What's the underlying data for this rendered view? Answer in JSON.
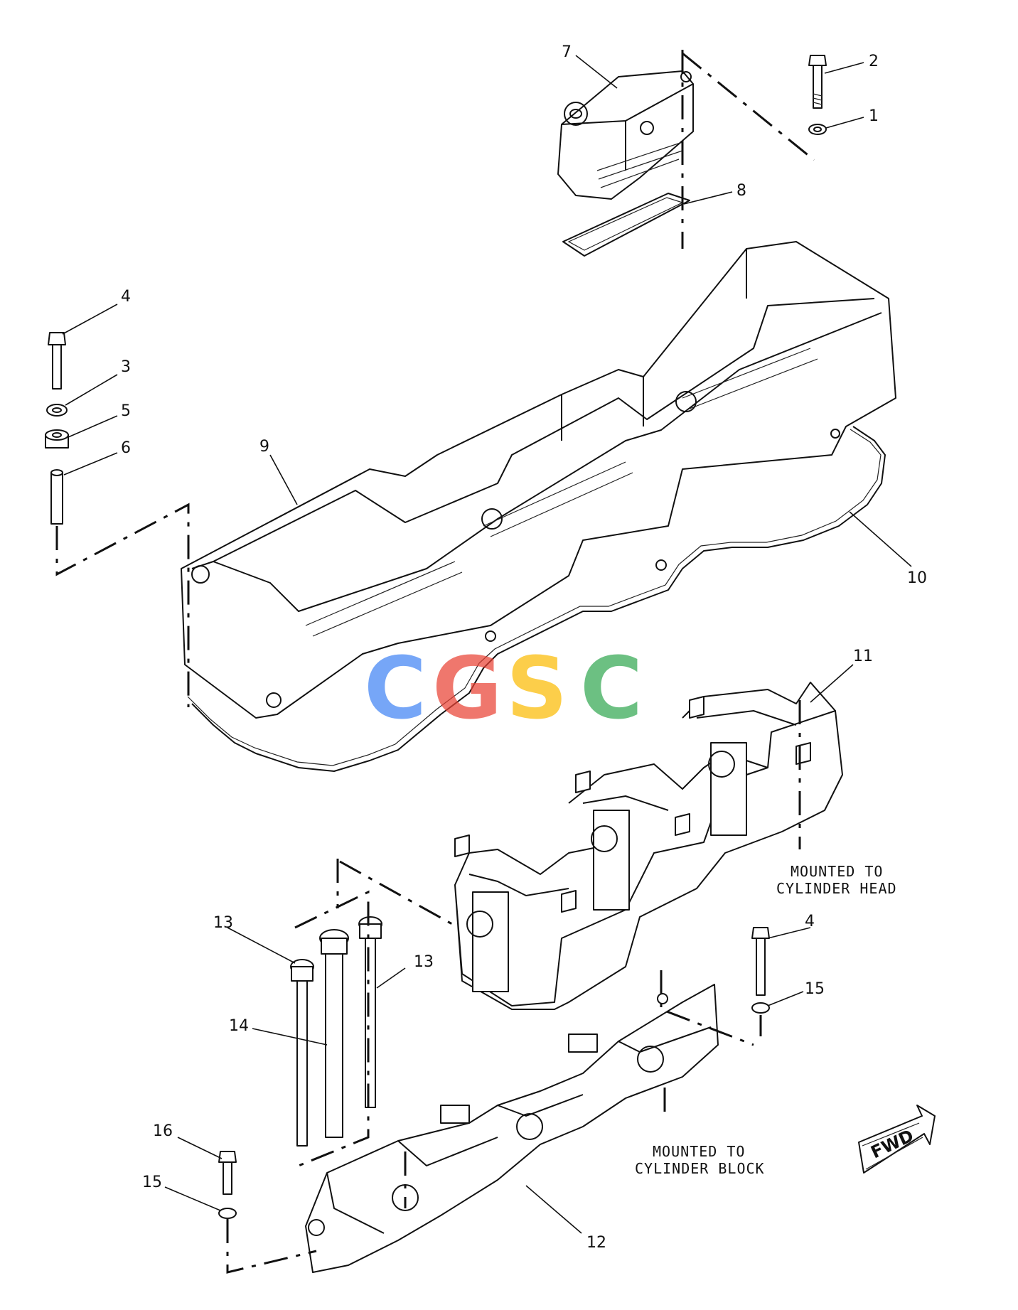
{
  "callouts": [
    {
      "label": "1"
    },
    {
      "label": "2"
    },
    {
      "label": "3"
    },
    {
      "label": "4"
    },
    {
      "label": "4"
    },
    {
      "label": "5"
    },
    {
      "label": "6"
    },
    {
      "label": "7"
    },
    {
      "label": "8"
    },
    {
      "label": "9"
    },
    {
      "label": "10"
    },
    {
      "label": "11"
    },
    {
      "label": "12"
    },
    {
      "label": "13"
    },
    {
      "label": "13"
    },
    {
      "label": "14"
    },
    {
      "label": "15"
    },
    {
      "label": "15"
    },
    {
      "label": "16"
    }
  ],
  "notes": {
    "head_line1": "MOUNTED TO",
    "head_line2": "CYLINDER HEAD",
    "block_line1": "MOUNTED TO",
    "block_line2": "CYLINDER BLOCK"
  },
  "fwd_label": "FWD",
  "watermark": {
    "text": "CGSC",
    "colors": [
      "#4285F4",
      "#EA4335",
      "#FBBC05",
      "#34A853"
    ]
  }
}
